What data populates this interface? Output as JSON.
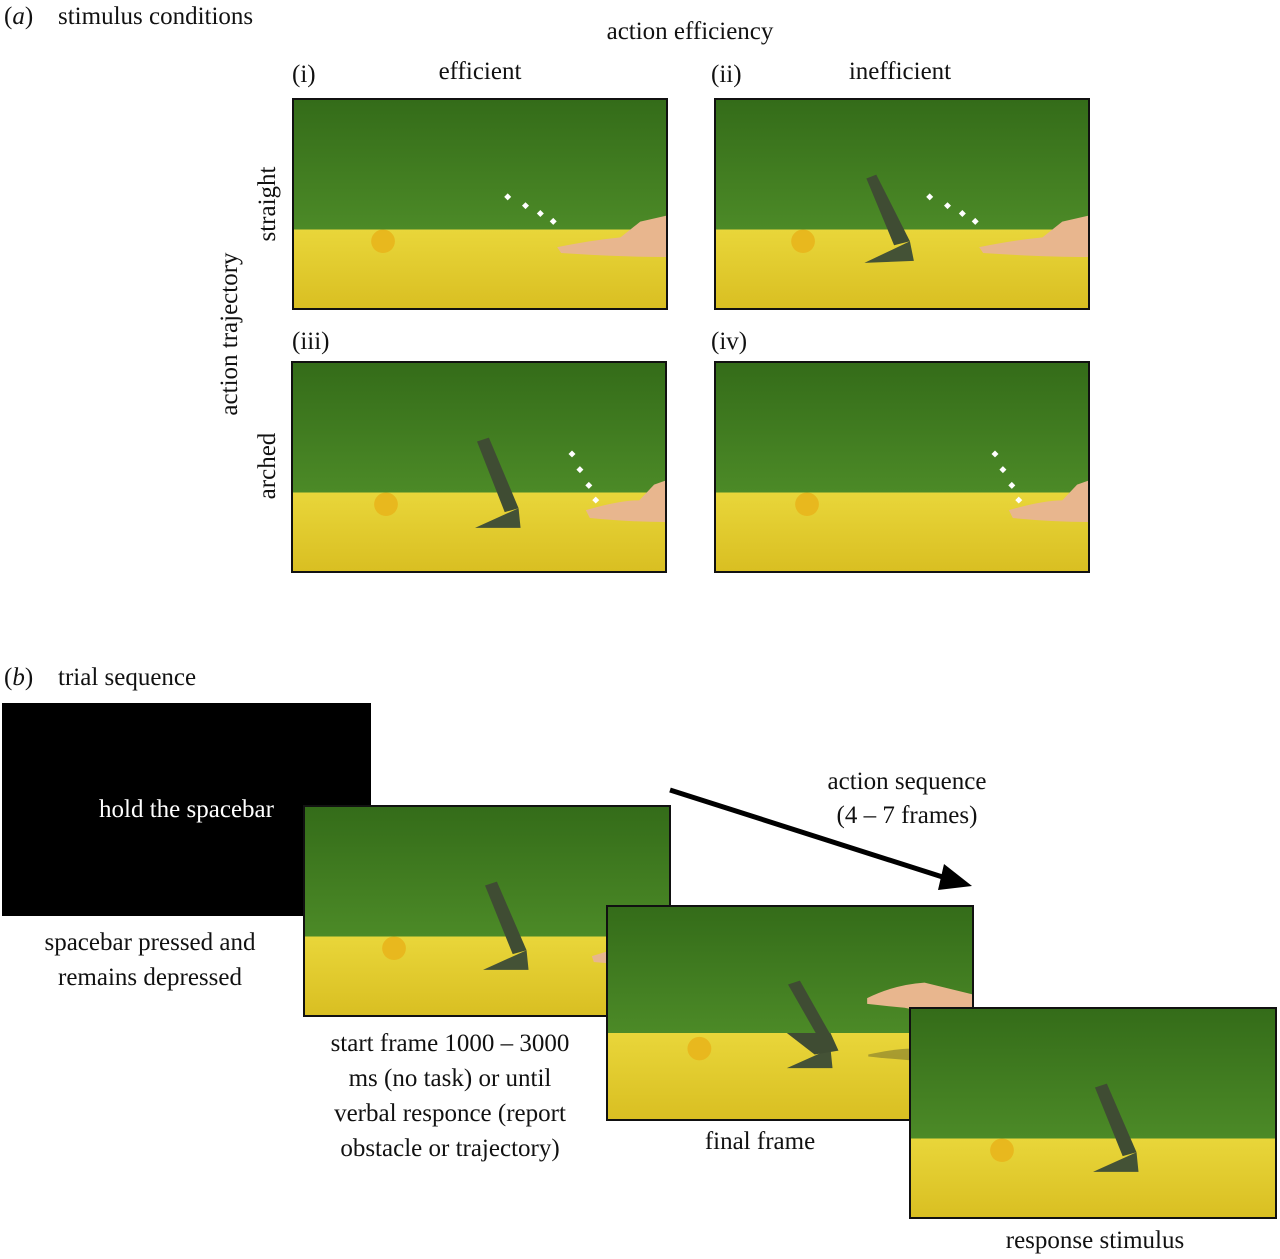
{
  "panel_a": {
    "label_open": "(",
    "label_letter": "a",
    "label_close": ")",
    "title": "stimulus conditions",
    "col_header": "action efficiency",
    "row_header": "action trajectory",
    "columns": [
      "efficient",
      "inefficient"
    ],
    "rows": [
      "straight",
      "arched"
    ],
    "cells": [
      {
        "id": "(i)",
        "obstacle": false,
        "trajectory": "straight"
      },
      {
        "id": "(ii)",
        "obstacle": true,
        "trajectory": "straight"
      },
      {
        "id": "(iii)",
        "obstacle": true,
        "trajectory": "arched"
      },
      {
        "id": "(iv)",
        "obstacle": false,
        "trajectory": "arched"
      }
    ]
  },
  "panel_b": {
    "label_open": "(",
    "label_letter": "b",
    "label_close": ")",
    "title": "trial sequence",
    "instruction_text": "hold the spacebar",
    "caption_1": "spacebar pressed and remains depressed",
    "caption_2": "start frame 1000 – 3000 ms (no task) or until verbal responce (report obstacle or trajectory)",
    "caption_3": "final frame",
    "caption_4": "response stimulus",
    "arrow_label_1": "action sequence",
    "arrow_label_2": "(4 – 7 frames)"
  },
  "colors": {
    "wall": "#3f7a1f",
    "table": "#e6cf2c",
    "apple": "#e8b81e",
    "obstacle": "#4a5a3a",
    "hand": "#e8b68e"
  }
}
